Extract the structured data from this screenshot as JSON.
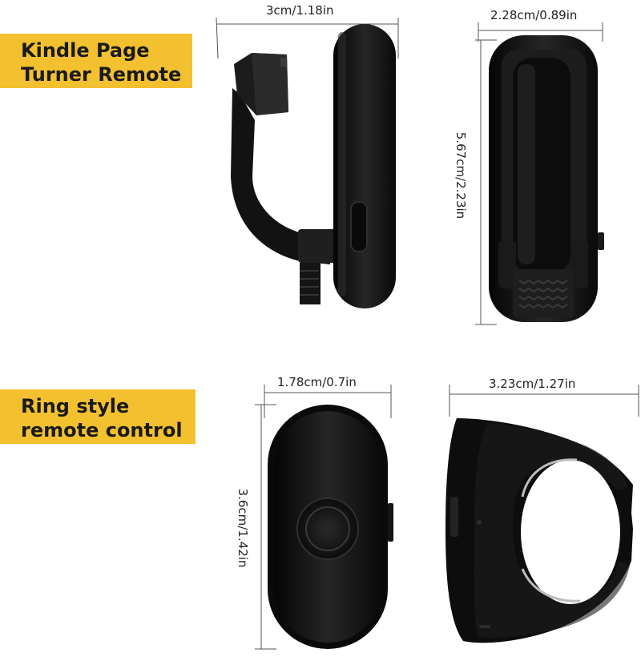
{
  "labels": {
    "kindle_line1": "Kindle Page",
    "kindle_line2": "Turner Remote",
    "ring_line1": "Ring style",
    "ring_line2": "remote control"
  },
  "dimensions": {
    "kindle_side_width": "3cm/1.18in",
    "kindle_back_width": "2.28cm/0.89in",
    "kindle_back_height": "5.67cm/2.23in",
    "ring_front_width": "1.78cm/0.7in",
    "ring_front_height": "3.6cm/1.42in",
    "ring_side_width": "3.23cm/1.27in"
  },
  "colors": {
    "accent": "#f3c130",
    "device": "#111111"
  }
}
